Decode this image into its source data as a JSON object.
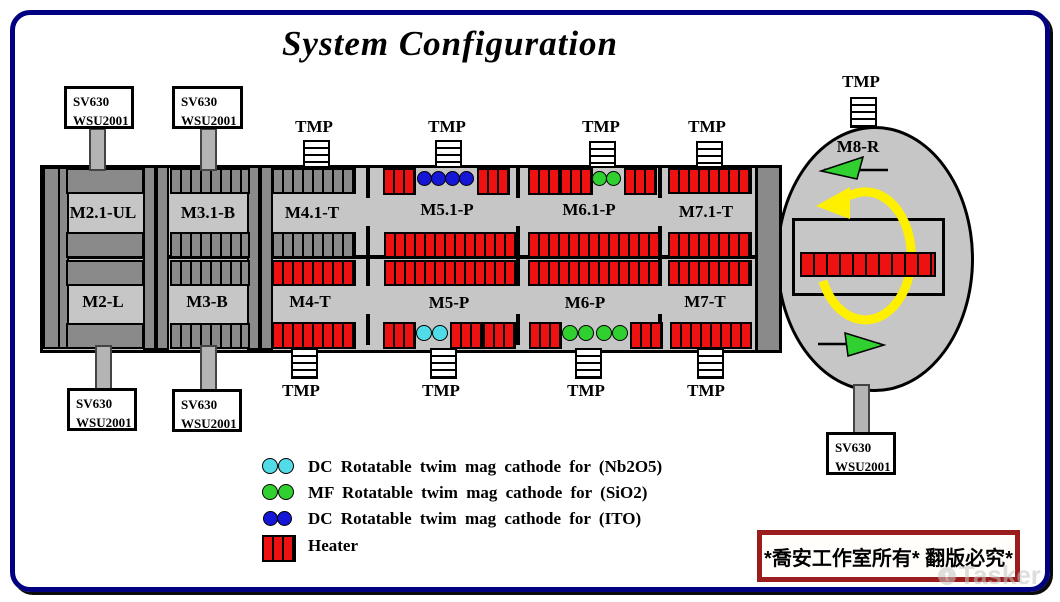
{
  "title": "System Configuration",
  "labels": {
    "tmp": "TMP",
    "sv_line1": "SV630",
    "sv_line2": "WSU2001"
  },
  "modules": {
    "m2": {
      "top": "M2.1-UL",
      "bottom": "M2-L"
    },
    "m3": {
      "top": "M3.1-B",
      "bottom": "M3-B"
    },
    "m4": {
      "top": "M4.1-T",
      "bottom": "M4-T"
    },
    "m5": {
      "top": "M5.1-P",
      "bottom": "M5-P"
    },
    "m6": {
      "top": "M6.1-P",
      "bottom": "M6-P"
    },
    "m7": {
      "top": "M7.1-T",
      "bottom": "M7-T"
    },
    "m8": {
      "label": "M8-R"
    }
  },
  "cathode_markers": {
    "m5_top": {
      "color": "blue",
      "count": 4
    },
    "m5_bottom": {
      "color": "cyan",
      "count": 2
    },
    "m6_top": {
      "color": "green",
      "count": 2
    },
    "m6_bottom": {
      "color": "green",
      "count": 4
    }
  },
  "legend": {
    "items": [
      {
        "marker": "cyan-dots",
        "color": "#52DCE8",
        "label": "DC Rotatable twim mag cathode for (Nb2O5)"
      },
      {
        "marker": "green-dots",
        "color": "#2FD02F",
        "label": "MF Rotatable twim mag cathode for (SiO2)"
      },
      {
        "marker": "blue-dots",
        "color": "#1616D6",
        "label": "DC Rotatable twim mag cathode for (ITO)"
      },
      {
        "marker": "heater-block",
        "color": "#EE1111",
        "label": "Heater"
      }
    ]
  },
  "copyright": {
    "text": "*喬安工作室所有* 翻版必究*"
  },
  "watermark": {
    "text": "Tasker"
  },
  "colors": {
    "frame": "#000080",
    "chamber_body": "#C6C6C6",
    "chamber_wall": "#8A8A8A",
    "heater_red": "#EE1111",
    "cathode_blue": "#1616D6",
    "cathode_cyan": "#52DCE8",
    "cathode_green": "#2FD02F",
    "rotation_yellow": "#FFF000",
    "arrow_green": "#2FD02F",
    "copyright_border": "#9B1C1C"
  }
}
